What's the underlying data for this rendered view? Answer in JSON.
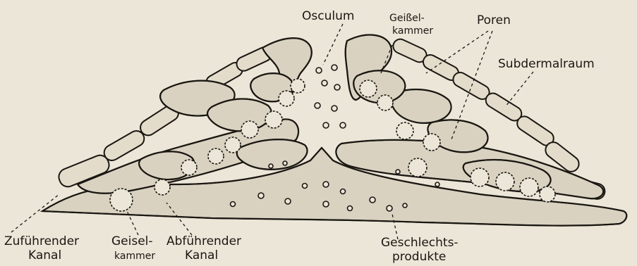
{
  "labels": {
    "osculum": "Osculum",
    "geisselkammer_top_line1": "Geißel-",
    "geisselkammer_top_line2": "kammer",
    "poren": "Poren",
    "subdermalraum": "Subdermalraum",
    "zufuehrender_line1": "Zuführender",
    "zufuehrender_line2": "Kanal",
    "geisel_bottom_line1": "Geisel-",
    "geisel_bottom_line2": "kammer",
    "abfuehrender_line1": "Abführender",
    "abfuehrender_line2": "Kanal",
    "geschlechts_line1": "Geschlechts-",
    "geschlechts_line2": "produkte"
  }
}
